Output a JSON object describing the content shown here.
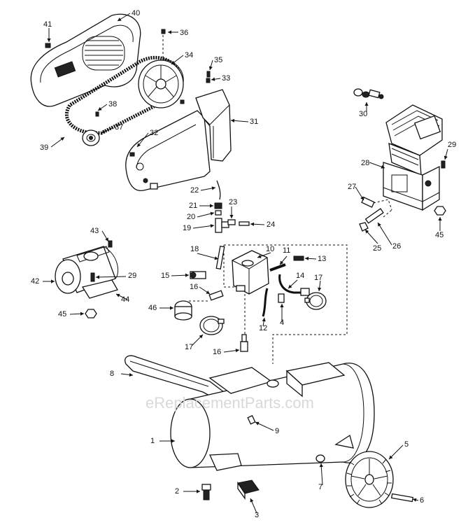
{
  "watermark": "eReplacementParts.com",
  "parts": [
    {
      "label": "40"
    },
    {
      "label": "41"
    },
    {
      "label": "36"
    },
    {
      "label": "34"
    },
    {
      "label": "35"
    },
    {
      "label": "33"
    },
    {
      "label": "38"
    },
    {
      "label": "37"
    },
    {
      "label": "39"
    },
    {
      "label": "32"
    },
    {
      "label": "31"
    },
    {
      "label": "30"
    },
    {
      "label": "28"
    },
    {
      "label": "29"
    },
    {
      "label": "27"
    },
    {
      "label": "26"
    },
    {
      "label": "25"
    },
    {
      "label": "45"
    },
    {
      "label": "22"
    },
    {
      "label": "21"
    },
    {
      "label": "20"
    },
    {
      "label": "23"
    },
    {
      "label": "19"
    },
    {
      "label": "24"
    },
    {
      "label": "43"
    },
    {
      "label": "18"
    },
    {
      "label": "10"
    },
    {
      "label": "11"
    },
    {
      "label": "13"
    },
    {
      "label": "15"
    },
    {
      "label": "14"
    },
    {
      "label": "42"
    },
    {
      "label": "29"
    },
    {
      "label": "16"
    },
    {
      "label": "17"
    },
    {
      "label": "44"
    },
    {
      "label": "46"
    },
    {
      "label": "12"
    },
    {
      "label": "4"
    },
    {
      "label": "45"
    },
    {
      "label": "17"
    },
    {
      "label": "16"
    },
    {
      "label": "8"
    },
    {
      "label": "9"
    },
    {
      "label": "1"
    },
    {
      "label": "5"
    },
    {
      "label": "7"
    },
    {
      "label": "2"
    },
    {
      "label": "6"
    },
    {
      "label": "3"
    }
  ]
}
